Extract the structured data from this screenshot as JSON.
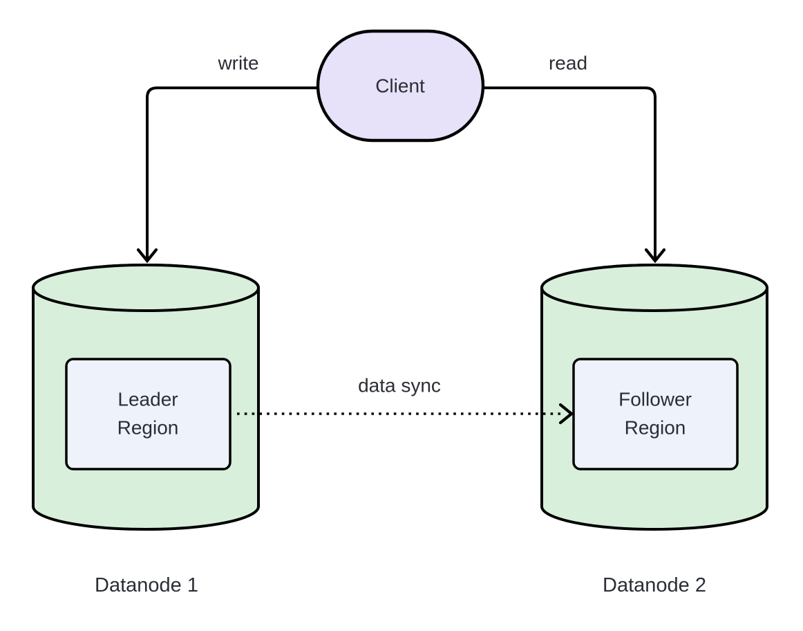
{
  "diagram": {
    "type": "architecture-diagram",
    "background": "#ffffff",
    "colors": {
      "client_fill": "#e7e1f9",
      "cylinder_fill": "#d8efdb",
      "region_fill": "#eef2fa",
      "stroke": "#000000",
      "text": "#2a2e35"
    },
    "nodes": {
      "client": {
        "label": "Client",
        "shape": "stadium"
      },
      "datanode1": {
        "caption": "Datanode 1",
        "shape": "cylinder",
        "region": {
          "line1": "Leader",
          "line2": "Region"
        }
      },
      "datanode2": {
        "caption": "Datanode 2",
        "shape": "cylinder",
        "region": {
          "line1": "Follower",
          "line2": "Region"
        }
      }
    },
    "edges": {
      "write": {
        "label": "write",
        "from": "client",
        "to": "datanode1",
        "style": "solid-arrow"
      },
      "read": {
        "label": "read",
        "from": "client",
        "to": "datanode2",
        "style": "solid-arrow"
      },
      "data_sync": {
        "label": "data sync",
        "from": "leader-region",
        "to": "follower-region",
        "style": "dotted-arrow"
      }
    }
  }
}
